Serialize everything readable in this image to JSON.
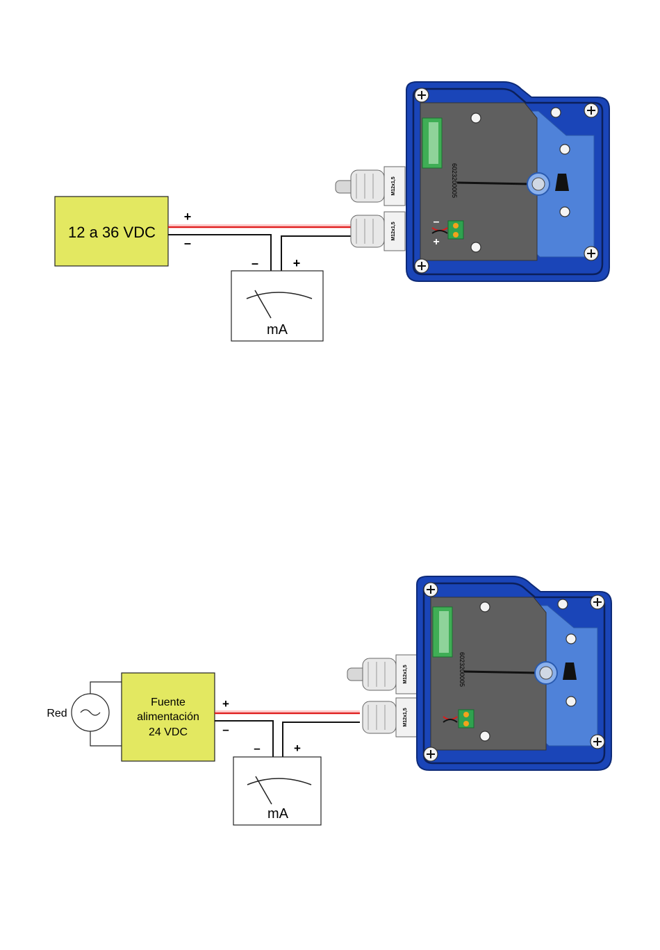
{
  "diagram_top": {
    "supply_label": "12 a 36 VDC",
    "supply_plus": "+",
    "supply_minus": "–",
    "meter_minus": "–",
    "meter_plus": "+",
    "meter_unit": "mA",
    "gland_upper_label": "M12x1,5",
    "gland_lower_label": "M12x1,5",
    "terminal_minus": "–",
    "terminal_plus": "+",
    "board_code": "6023200005",
    "colors": {
      "supply_fill": "#e3e861",
      "housing": "#1a45b8",
      "plate": "#5f5f5f",
      "terminal": "#2fa24f",
      "wire_red": "#e01a1a",
      "wire_black": "#111111"
    }
  },
  "diagram_bottom": {
    "mains_label": "Red",
    "supply_line1": "Fuente",
    "supply_line2": "alimentación",
    "supply_line3": "24 VDC",
    "supply_plus": "+",
    "supply_minus": "–",
    "meter_minus": "–",
    "meter_plus": "+",
    "meter_unit": "mA",
    "gland_upper_label": "M12x1,5",
    "gland_lower_label": "M12x1,5",
    "board_code": "6023200005"
  }
}
